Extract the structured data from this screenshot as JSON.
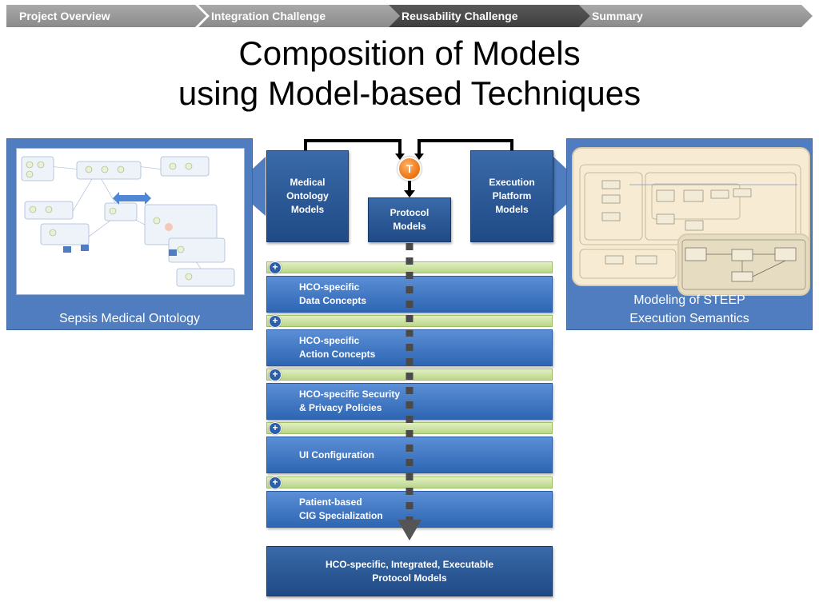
{
  "nav": {
    "items": [
      {
        "label": "Project Overview",
        "active": false
      },
      {
        "label": "Integration Challenge",
        "active": false
      },
      {
        "label": "Reusability Challenge",
        "active": true
      },
      {
        "label": "Summary",
        "active": false
      }
    ]
  },
  "title": {
    "line1": "Composition of Models",
    "line2": "using Model-based Techniques"
  },
  "left_panel": {
    "caption": "Sepsis Medical Ontology"
  },
  "right_panel": {
    "caption_line1": "Modeling of STEEP",
    "caption_line2": "Execution Semantics"
  },
  "models": {
    "medical": "Medical\nOntology\nModels",
    "protocol": "Protocol\nModels",
    "execution": "Execution\nPlatform\nModels",
    "transform_label": "T"
  },
  "layers": [
    "HCO-specific\nData Concepts",
    "HCO-specific\nAction Concepts",
    "HCO-specific Security\n& Privacy Policies",
    "UI Configuration",
    "Patient-based\nCIG Specialization"
  ],
  "plus_symbol": "+",
  "result": "HCO-specific, Integrated, Executable\nProtocol Models",
  "colors": {
    "panel": "#4f7dbf",
    "model_box": "#1f4a86",
    "layer": "#2f66b3",
    "layer_bar": "#c9e09f",
    "transform": "#ef7a1a",
    "nav_active": "#4a4a4a",
    "nav_inactive": "#999999"
  },
  "icons": [
    "plus-icon",
    "transform-icon",
    "down-arrow-icon"
  ]
}
